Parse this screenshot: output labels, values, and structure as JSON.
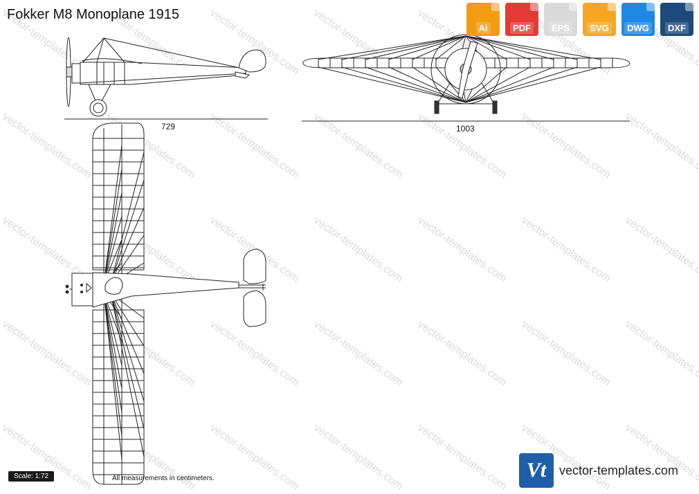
{
  "title": "Fokker M8 Monoplane 1915",
  "formats": [
    {
      "label": "Ai",
      "color": "#f39c12"
    },
    {
      "label": "PDF",
      "color": "#e53935"
    },
    {
      "label": "EPS",
      "color": "#d9d9d9"
    },
    {
      "label": "SVG",
      "color": "#f5a623"
    },
    {
      "label": "DWG",
      "color": "#1e88e5"
    },
    {
      "label": "DXF",
      "color": "#1d4a7a"
    }
  ],
  "dimensions": {
    "side_length": "729",
    "front_span": "1003"
  },
  "scale": "Scale: 1:72",
  "measure_note": "All measurements in centimeters.",
  "brand": {
    "logo_text": "Vt",
    "name": "vector-templates.com",
    "color": "#1f5fa8"
  },
  "watermark": "vector-templates.com"
}
